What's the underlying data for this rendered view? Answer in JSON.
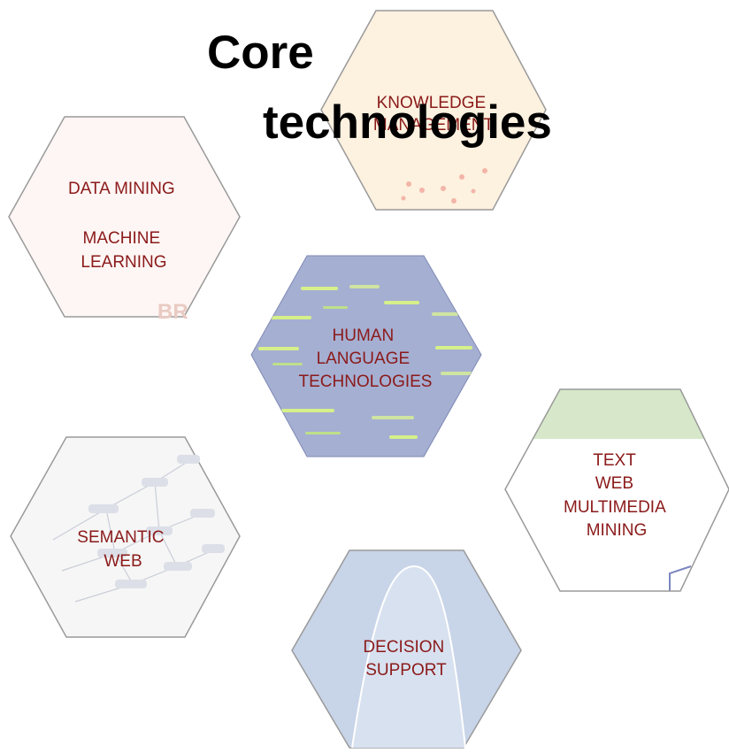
{
  "title": {
    "line1": "Core",
    "line2": "technologies"
  },
  "hexagons": {
    "knowledge_management": {
      "lines": [
        "KNOWLEDGE",
        "MANAGEMENT"
      ]
    },
    "data_mining": {
      "lines": [
        "DATA MINING",
        "",
        "MACHINE",
        "LEARNING"
      ],
      "watermark": "BR"
    },
    "human_language": {
      "lines": [
        "HUMAN",
        "LANGUAGE",
        "TECHNOLOGIES"
      ]
    },
    "semantic_web": {
      "lines": [
        "SEMANTIC",
        "WEB"
      ]
    },
    "text_web_mining": {
      "lines": [
        "TEXT",
        "WEB",
        "MULTIMEDIA",
        "MINING"
      ]
    },
    "decision_support": {
      "lines": [
        "DECISION",
        "SUPPORT"
      ]
    }
  },
  "colors": {
    "label": "#8b1a1a",
    "title": "#000000",
    "outline": "#9a9a9a",
    "knowledge_bg": "#fdf1df",
    "data_mining_bg": "#fdf6f4",
    "human_language_bg": "#a5afd2",
    "semantic_web_bg": "#f6f6f6",
    "text_web_band": "#d6e8c9",
    "decision_support_bg": "#c8d4e8"
  }
}
